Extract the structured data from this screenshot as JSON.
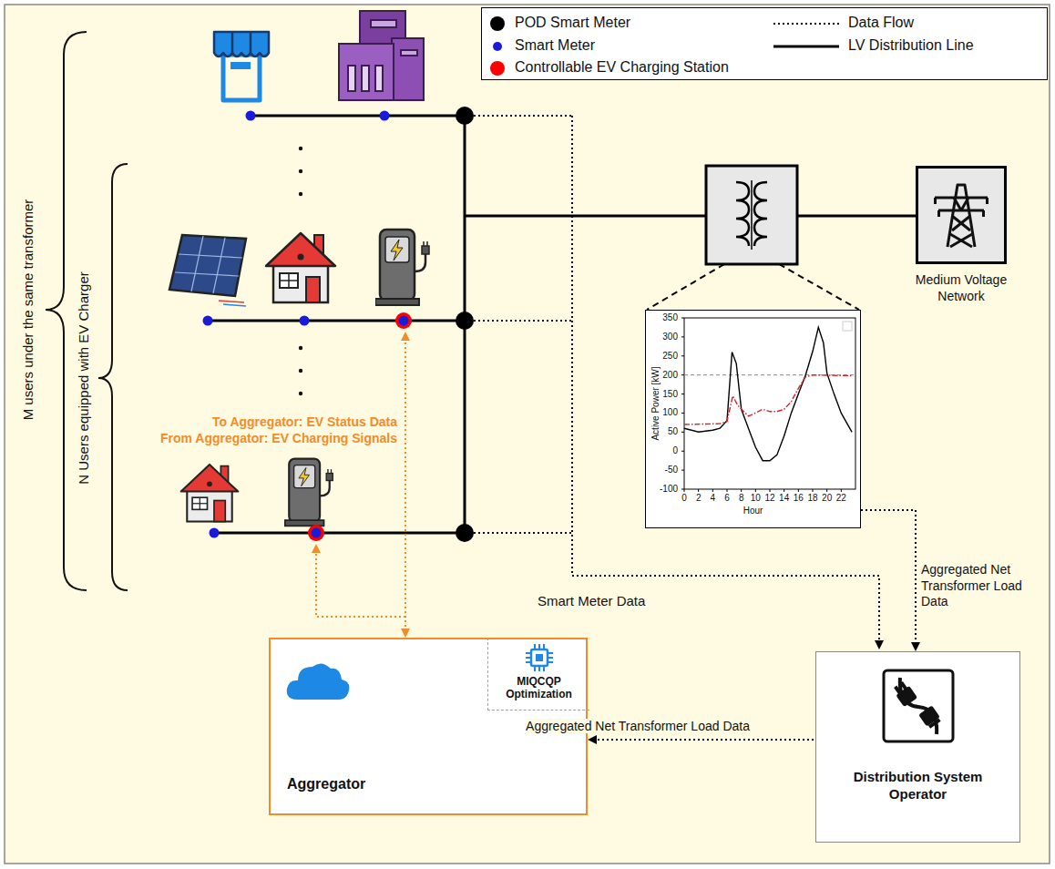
{
  "diagram": {
    "nodes": [
      {
        "text": [
          "Aggregator"
        ]
      },
      {
        "text": [
          "MIQCQP Optimization"
        ],
        "in": 0
      },
      {
        "text": [
          "Distribution System Operator"
        ]
      },
      {
        "text": [
          "Medium Voltage Network"
        ]
      },
      {
        "text": [
          "Active Power [kW]",
          "Hour"
        ]
      }
    ],
    "edges": [
      {
        "from": 4,
        "to": 2,
        "arrow": "to",
        "label": "Aggregated Net Transformer Load Data"
      },
      {
        "from": 2,
        "to": 0,
        "arrow": "to",
        "label": "Aggregated Net Transformer Load Data"
      }
    ],
    "labels": [
      "M users under the same transformer",
      "N Users equipped with EV Charger",
      "To Aggregator: EV Status Data",
      "From Aggregator: EV Charging Signals",
      "Smart Meter Data",
      "350",
      "300",
      "250",
      "200",
      "150",
      "100",
      "50",
      "0",
      "-50",
      "-100",
      "0",
      "2",
      "4",
      "6",
      "8",
      "10",
      "12",
      "14",
      "16",
      "18",
      "20",
      "22"
    ],
    "legend": [
      {
        "text": "POD Smart Meter",
        "color": "#000000"
      },
      {
        "text": "Smart Meter",
        "color": "#1a1adb"
      },
      {
        "text": "Controllable EV Charging Station",
        "color": "#ff0000"
      },
      {
        "text": "Data Flow"
      },
      {
        "text": "LV Distribution Line"
      }
    ]
  }
}
